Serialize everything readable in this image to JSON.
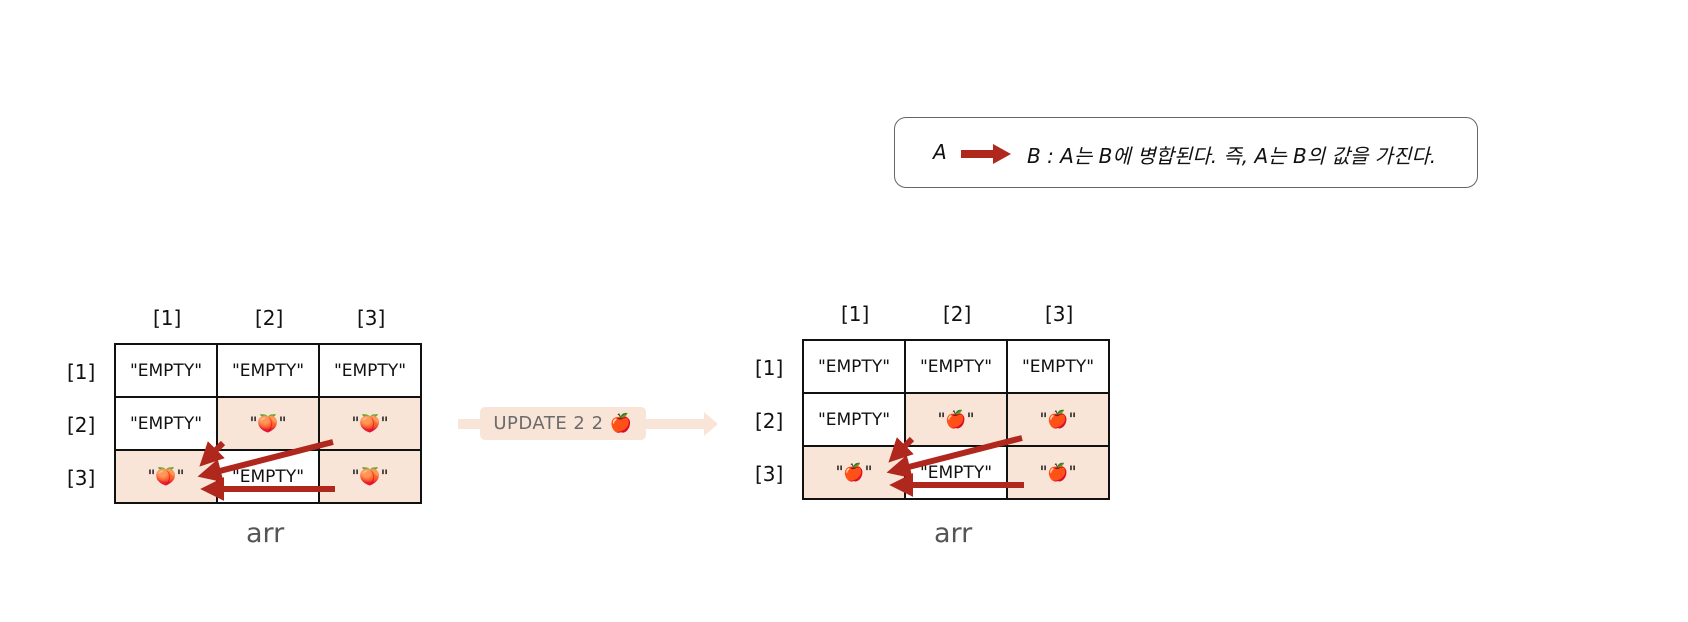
{
  "legend": {
    "a": "A",
    "description": "B : A는 B에 병합된다. 즉, A는 B의 값을 가진다."
  },
  "colors": {
    "arrow": "#b0271d",
    "highlight": "#f8e5d8",
    "update_arrow": "#f8e5d8"
  },
  "before": {
    "label": "arr",
    "col_headers": [
      "[1]",
      "[2]",
      "[3]"
    ],
    "row_headers": [
      "[1]",
      "[2]",
      "[3]"
    ],
    "cells": [
      [
        "\"EMPTY\"",
        "\"EMPTY\"",
        "\"EMPTY\""
      ],
      [
        "\"EMPTY\"",
        "\"🍑\"",
        "\"🍑\""
      ],
      [
        "\"🍑\"",
        "\"EMPTY\"",
        "\"🍑\""
      ]
    ]
  },
  "update": {
    "label": "UPDATE 2 2 🍎"
  },
  "after": {
    "label": "arr",
    "col_headers": [
      "[1]",
      "[2]",
      "[3]"
    ],
    "row_headers": [
      "[1]",
      "[2]",
      "[3]"
    ],
    "cells": [
      [
        "\"EMPTY\"",
        "\"EMPTY\"",
        "\"EMPTY\""
      ],
      [
        "\"EMPTY\"",
        "\"🍎\"",
        "\"🍎\""
      ],
      [
        "\"🍎\"",
        "\"EMPTY\"",
        "\"🍎\""
      ]
    ]
  }
}
